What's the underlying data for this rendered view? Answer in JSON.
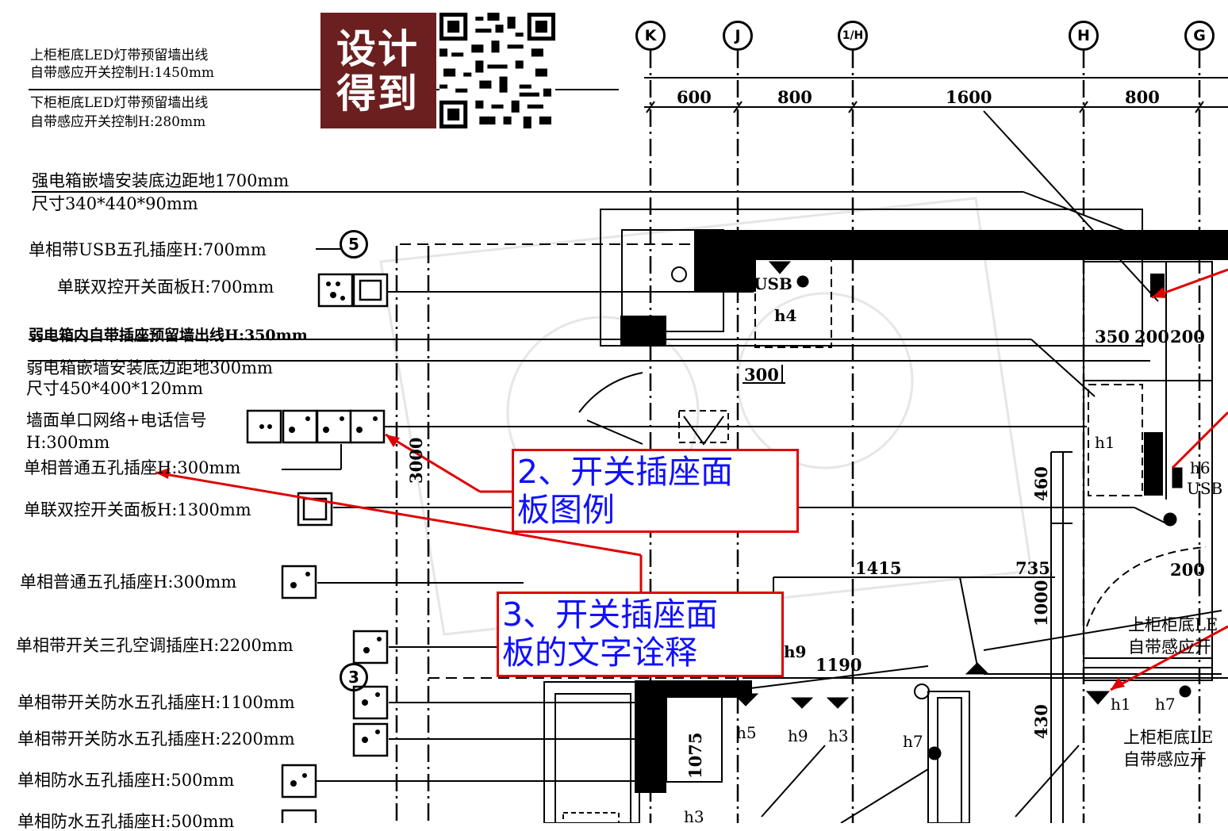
{
  "logo": {
    "line1": "设计",
    "line2": "得到"
  },
  "header_notes": [
    "上柜柜底LED灯带预留墙出线",
    "自带感应开关控制H:1450mm",
    "下柜柜底LED灯带预留墙出线",
    "自带感应开关控制H:280mm"
  ],
  "legend_labels": [
    "强电箱嵌墙安装底边距地1700mm",
    "尺寸340*440*90mm",
    "单相带USB五孔插座H:700mm",
    "单联双控开关面板H:700mm",
    "弱电箱内自带插座预留墙出线H:350mm",
    "弱电箱嵌墙安装底边距地300mm",
    "尺寸450*400*120mm",
    "墙面单口网络+电话信号",
    "H:300mm",
    "单相普通五孔插座H:300mm",
    "单联双控开关面板H:1300mm",
    "单相普通五孔插座H:300mm",
    "单相带开关三孔空调插座H:2200mm",
    "单相带开关防水五孔插座H:1100mm",
    "单相带开关防水五孔插座H:2200mm",
    "单相防水五孔插座H:500mm",
    "单相防水五孔插座H:500mm"
  ],
  "grid_axes": [
    "K",
    "J",
    "1/H",
    "H",
    "G"
  ],
  "circle_markers": [
    "5",
    "3"
  ],
  "dimensions": {
    "top": [
      "600",
      "800",
      "1600",
      "800"
    ],
    "misc": [
      "350",
      "200",
      "200",
      "300",
      "1415",
      "735",
      "1190",
      "200"
    ],
    "vertical": [
      "3000",
      "460",
      "1000",
      "430",
      "1075"
    ]
  },
  "plan_tags": {
    "usb": "USB",
    "h4": "h4",
    "h1_upper": "h1",
    "h6": "h6",
    "usb_right": "USB",
    "h9_upper": "h9",
    "h5": "h5",
    "h9": "h9",
    "h3": "h3",
    "h7_left": "h7",
    "h1_lower": "h1",
    "h7_right": "h7",
    "h3_bottom": "h3"
  },
  "right_notes": [
    "上柜柜底LE",
    "自带感应开",
    "上柜柜底LE",
    "自带感应开"
  ],
  "annotations": [
    {
      "line1": "2、开关插座面",
      "line2": "板图例"
    },
    {
      "line1": "3、开关插座面",
      "line2": "板的文字诠释"
    }
  ],
  "colors": {
    "annotation_border": "#e00000",
    "annotation_text": "#1010ff",
    "logo_bg": "#6b1f1f"
  }
}
